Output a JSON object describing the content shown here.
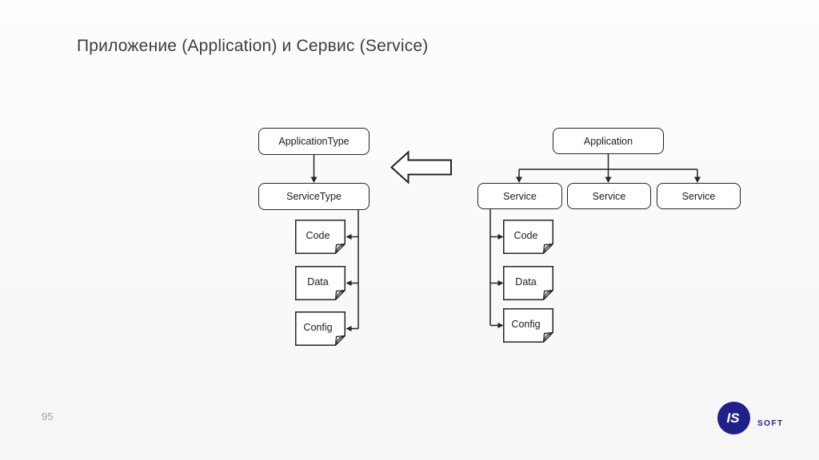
{
  "slide": {
    "title": "Приложение (Application) и Сервис (Service)",
    "page_number": "95"
  },
  "left_diagram": {
    "application_type_label": "ApplicationType",
    "service_type_label": "ServiceType",
    "documents": [
      {
        "label": "Code"
      },
      {
        "label": "Data"
      },
      {
        "label": "Config"
      }
    ]
  },
  "right_diagram": {
    "application_label": "Application",
    "service_labels": [
      "Service",
      "Service",
      "Service"
    ],
    "documents": [
      {
        "label": "Code"
      },
      {
        "label": "Data"
      },
      {
        "label": "Config"
      }
    ]
  },
  "big_arrow": {
    "direction": "left"
  },
  "logo": {
    "mark": "IS",
    "text": "SOFT",
    "color": "#20208a"
  },
  "colors": {
    "node_border": "#242424",
    "background_top": "#fdfdfd",
    "background_bottom": "#f6f6f6",
    "title_text": "#3a3e43"
  }
}
